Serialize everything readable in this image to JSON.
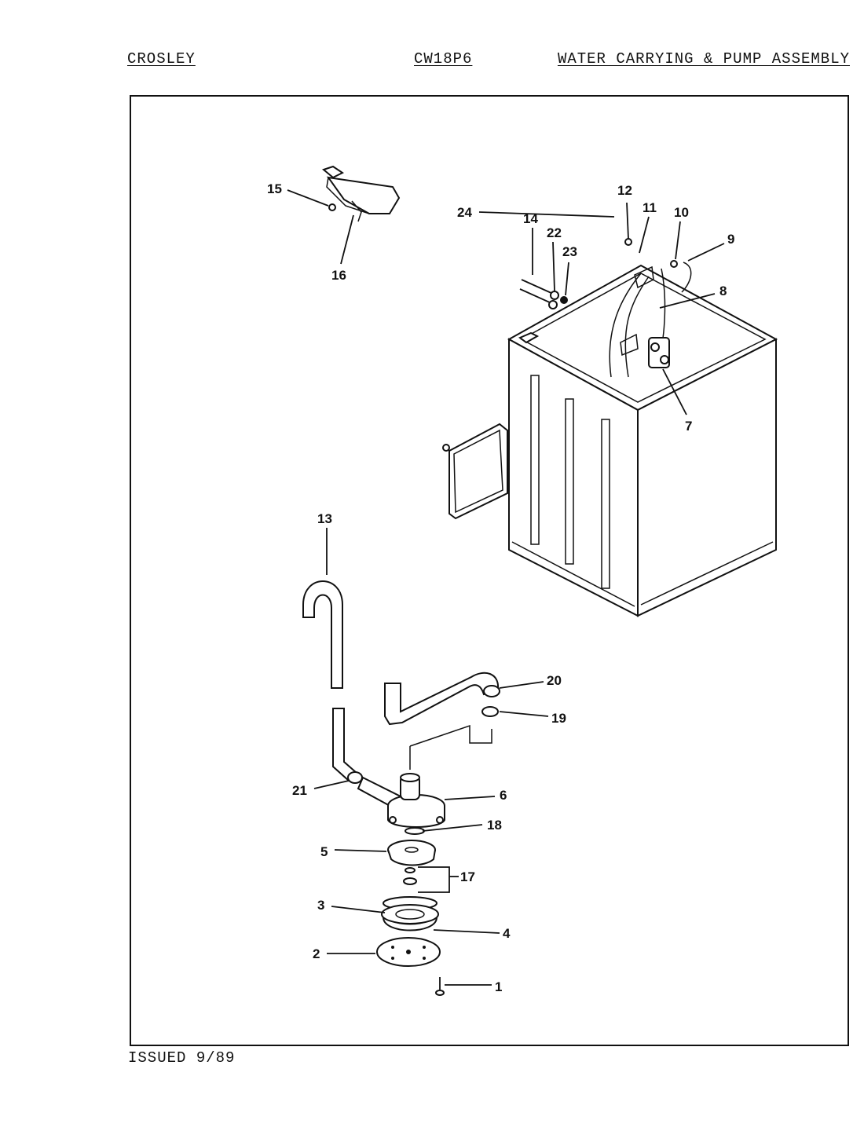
{
  "header": {
    "brand": "CROSLEY",
    "model": "CW18P6",
    "section": "WATER CARRYING & PUMP ASSEMBLY"
  },
  "footer": {
    "issued": "ISSUED 9/89"
  },
  "callouts": [
    "1",
    "2",
    "3",
    "4",
    "5",
    "6",
    "7",
    "8",
    "9",
    "10",
    "11",
    "12",
    "13",
    "14",
    "15",
    "16",
    "17",
    "18",
    "19",
    "20",
    "21",
    "22",
    "23",
    "24"
  ]
}
